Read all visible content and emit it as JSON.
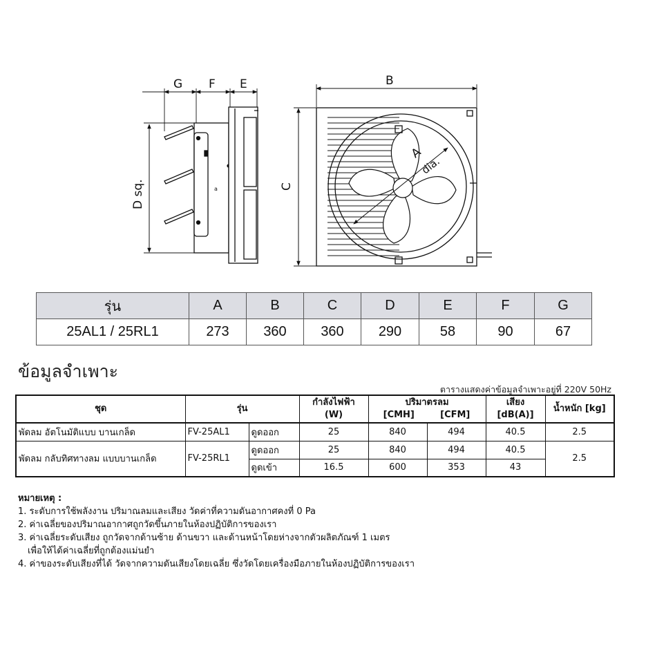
{
  "drawing": {
    "labels": {
      "g": "G",
      "f": "F",
      "e": "E",
      "b": "B",
      "c": "C",
      "d": "D sq.",
      "a": "A",
      "dia": "dia."
    }
  },
  "dimension_table": {
    "headers": [
      "รุ่น",
      "A",
      "B",
      "C",
      "D",
      "E",
      "F",
      "G"
    ],
    "row": [
      "25AL1 / 25RL1",
      "273",
      "360",
      "360",
      "290",
      "58",
      "90",
      "67"
    ]
  },
  "spec": {
    "title": "ข้อมูลจำเพาะ",
    "caption": "ตารางแสดงค่าข้อมูลจำเพาะอยู่ที่ 220V 50Hz",
    "headers": {
      "set": "ชุด",
      "model": "รุ่น",
      "power": "กำลังไฟฟ้า",
      "power_unit": "(W)",
      "airflow": "ปริมาตรลม",
      "cmh": "[CMH]",
      "cfm": "[CFM]",
      "noise": "เสียง",
      "noise_unit": "[dB(A)]",
      "weight": "น้ำหนัก [kg]"
    },
    "rows": [
      {
        "set": "พัดลม อัตโนมัติแบบ บานเกล็ด",
        "model": "FV-25AL1",
        "mode": "ดูดออก",
        "power": "25",
        "cmh": "840",
        "cfm": "494",
        "noise": "40.5",
        "weight": "2.5"
      },
      {
        "set": "พัดลม กลับทิศทางลม แบบบานเกล็ด",
        "model": "FV-25RL1",
        "mode": "ดูดออก",
        "power": "25",
        "cmh": "840",
        "cfm": "494",
        "noise": "40.5",
        "weight": "2.5"
      },
      {
        "mode": "ดูดเข้า",
        "power": "16.5",
        "cmh": "600",
        "cfm": "353",
        "noise": "43"
      }
    ]
  },
  "notes": {
    "title": "หมายเหตุ :",
    "items": [
      "1. ระดับการใช้พลังงาน ปริมาณลมและเสียง วัดค่าที่ความดันอากาศคงที่ 0 Pa",
      "2. ค่าเฉลี่ยของปริมาณอากาศถูกวัดขึ้นภายในห้องปฏิบัติการของเรา",
      "3. ค่าเฉลี่ยระดับเสียง ถูกวัดจากด้านซ้าย ด้านขวา และด้านหน้าโดยห่างจากตัวผลิตภัณฑ์ 1 เมตร",
      "เพื่อให้ได้ค่าเฉลี่ยที่ถูกต้องแม่นยำ",
      "4. ค่าของระดับเสียงที่ได้ วัดจากความดันเสียงโดยเฉลี่ย ซึ่งวัดโดยเครื่องมือภายในห้องปฏิบัติการของเรา"
    ]
  }
}
